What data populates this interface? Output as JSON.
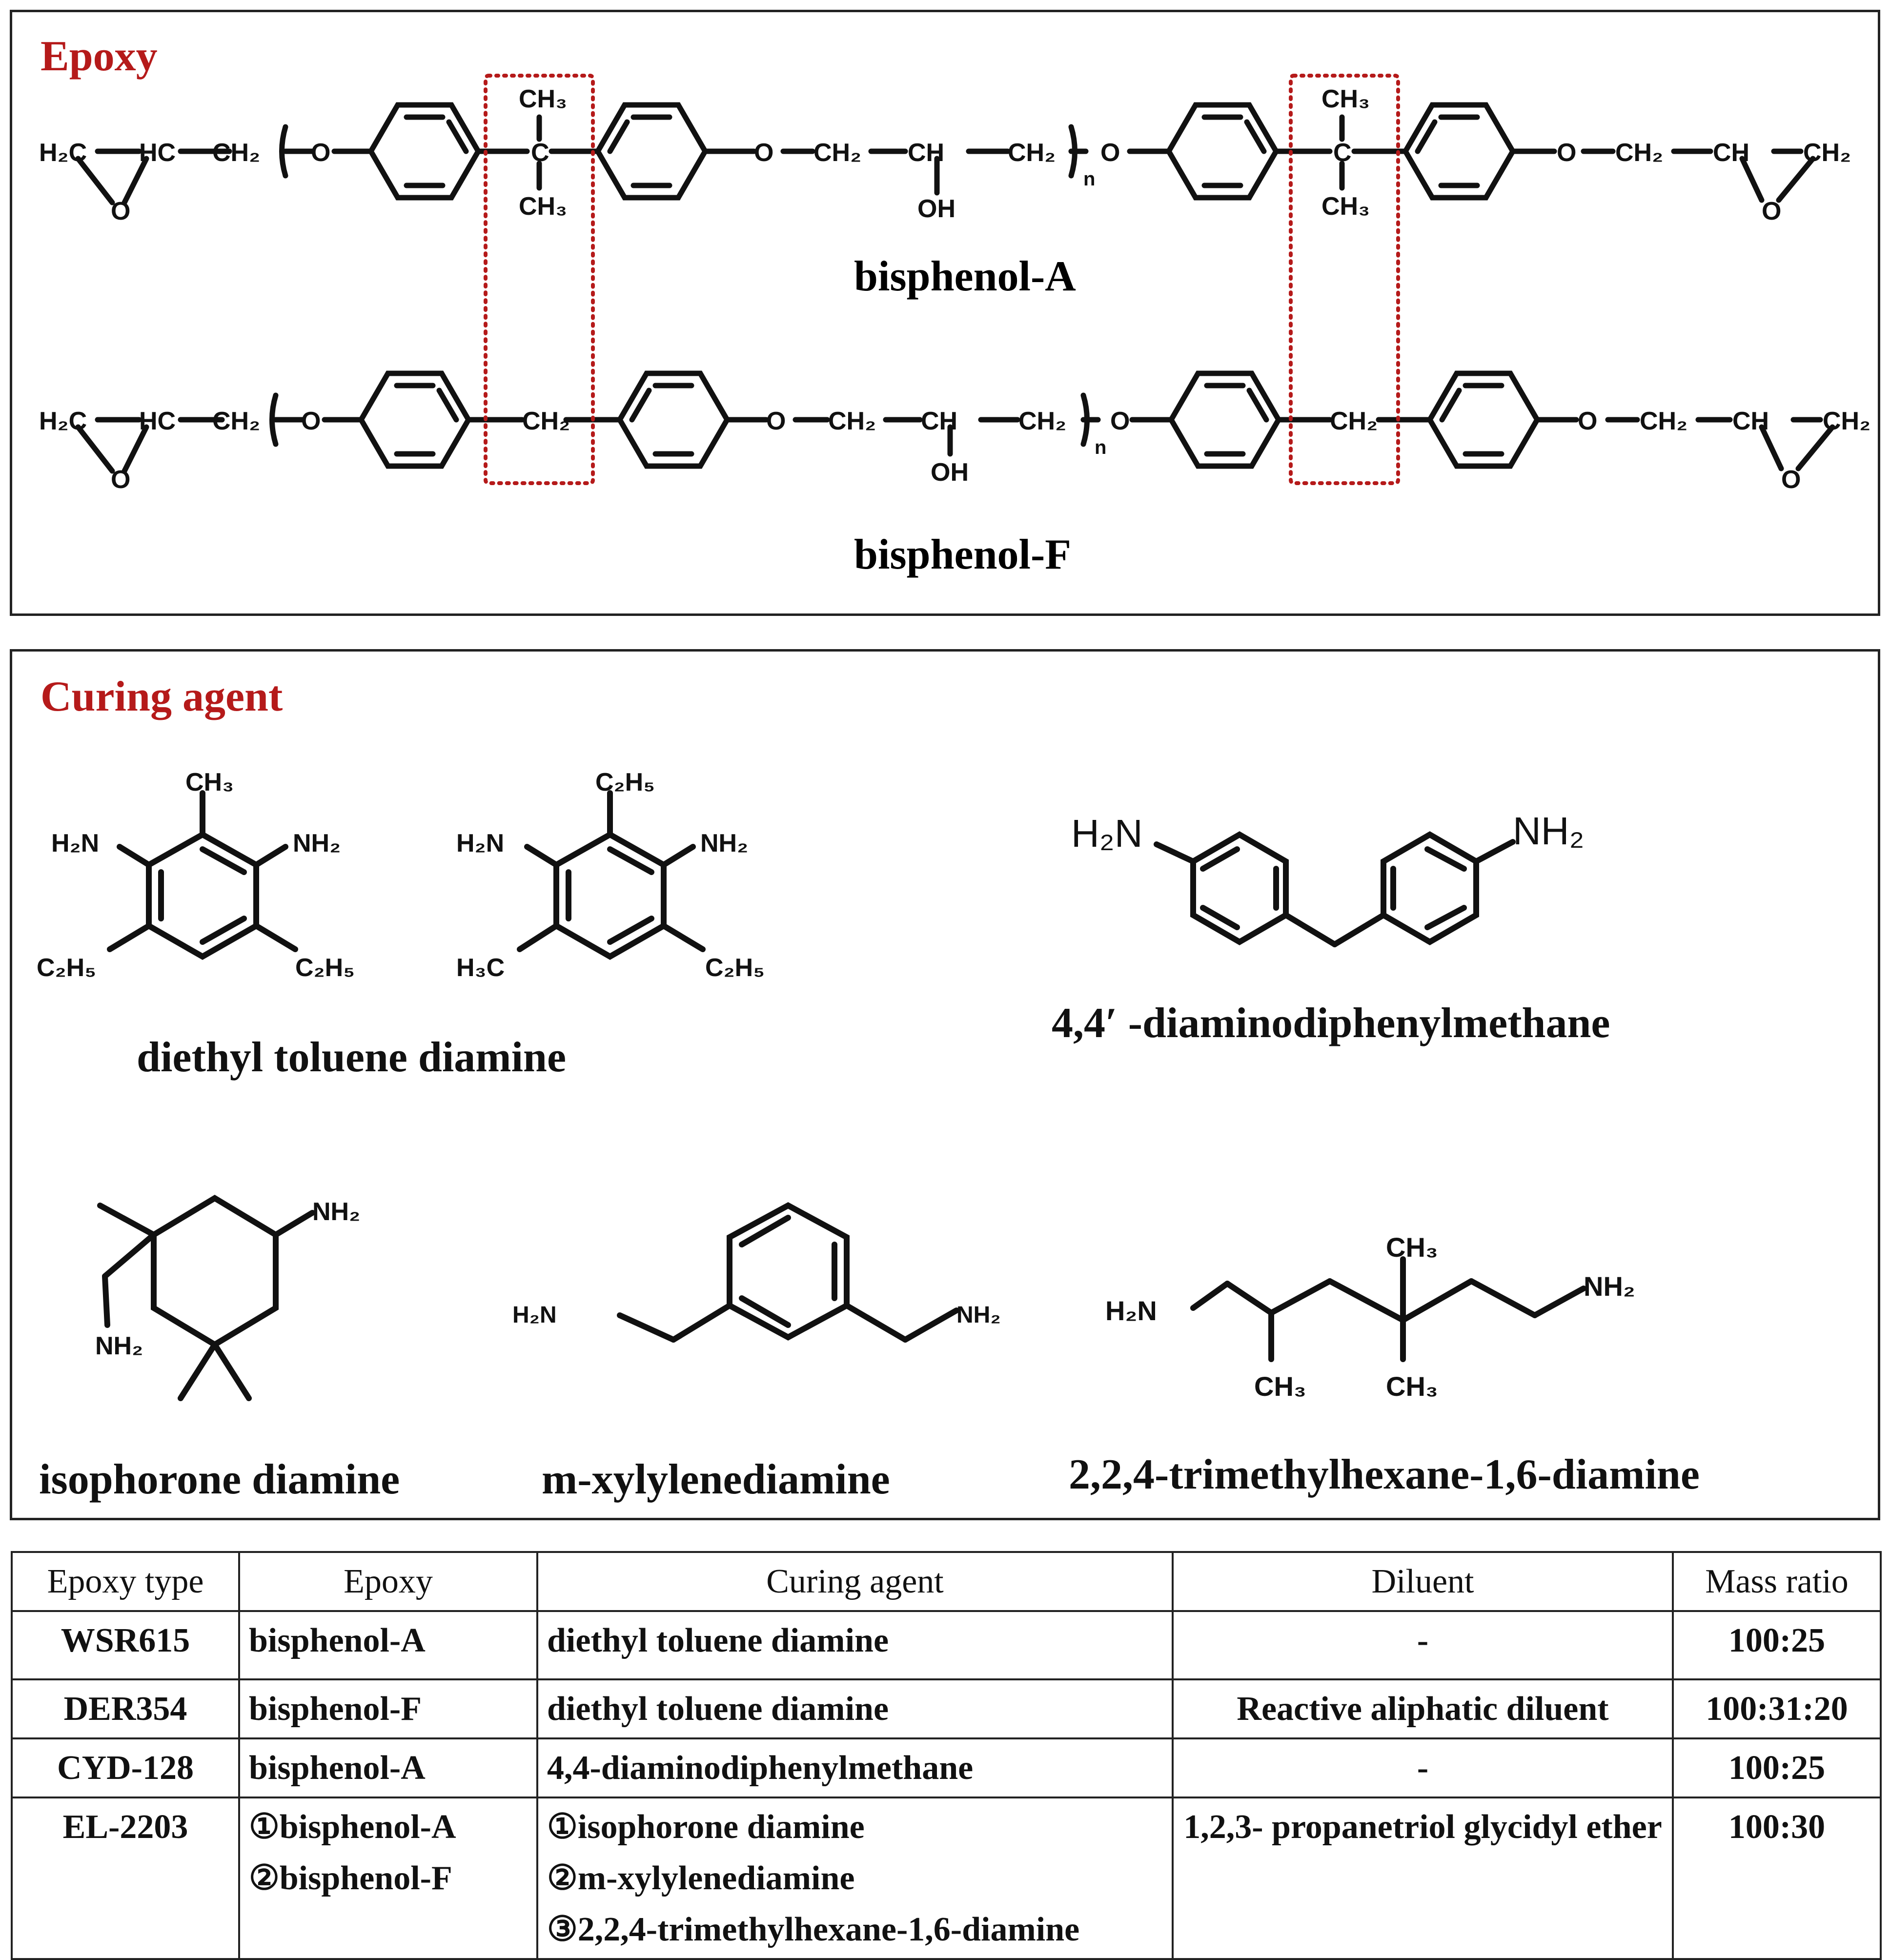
{
  "epoxy": {
    "title": "Epoxy",
    "structure_a": {
      "caption": "bisphenol-A",
      "h2c": "H₂C",
      "hc": "HC",
      "ch2": "CH₂",
      "o": "O",
      "ch3": "CH₃",
      "c": "C",
      "ch": "CH",
      "oh": "OH",
      "n": "n",
      "ch2_end": "CH₂"
    },
    "structure_f": {
      "caption": "bisphenol-F",
      "h2c": "H₂C",
      "hc": "HC",
      "ch2": "CH₂",
      "o": "O",
      "ch": "CH",
      "oh": "OH",
      "n": "n",
      "ch2_end": "CH₂"
    }
  },
  "curing": {
    "title": "Curing agent",
    "detda": {
      "caption": "diethyl toluene diamine",
      "ch3": "CH₃",
      "h2n": "H₂N",
      "nh2": "NH₂",
      "c2h5": "C₂H₅",
      "h3c": "H₃C"
    },
    "mda": {
      "caption": "4,4′ -diaminodiphenylmethane",
      "h2n": "H₂N",
      "nh2": "NH₂"
    },
    "ipda": {
      "caption": "isophorone diamine",
      "nh2": "NH₂"
    },
    "mxda": {
      "caption": "m-xylylenediamine",
      "h2n": "H₂N",
      "nh2": "NH₂"
    },
    "tmd": {
      "caption": "2,2,4-trimethylhexane-1,6-diamine",
      "h2n": "H₂N",
      "nh2": "NH₂",
      "ch3": "CH₃"
    }
  },
  "table": {
    "headers": [
      "Epoxy type",
      "Epoxy",
      "Curing agent",
      "Diluent",
      "Mass ratio"
    ],
    "rows": [
      {
        "type": "WSR615",
        "epoxy": [
          "bisphenol-A"
        ],
        "curing": [
          "diethyl toluene diamine"
        ],
        "diluent": "-",
        "ratio": "100:25"
      },
      {
        "type": "DER354",
        "epoxy": [
          "bisphenol-F"
        ],
        "curing": [
          "diethyl toluene diamine"
        ],
        "diluent": "Reactive aliphatic diluent",
        "ratio": "100:31:20"
      },
      {
        "type": "CYD-128",
        "epoxy": [
          "bisphenol-A"
        ],
        "curing": [
          "4,4-diaminodiphenylmethane"
        ],
        "diluent": "-",
        "ratio": "100:25"
      },
      {
        "type": "EL-2203",
        "epoxy": [
          "①bisphenol-A",
          "②bisphenol-F"
        ],
        "curing": [
          "①isophorone diamine",
          "②m-xylylenediamine",
          "③2,2,4-trimethylhexane-1,6-diamine"
        ],
        "diluent": "1,2,3- propanetriol glycidyl ether",
        "ratio": "100:30"
      }
    ]
  }
}
